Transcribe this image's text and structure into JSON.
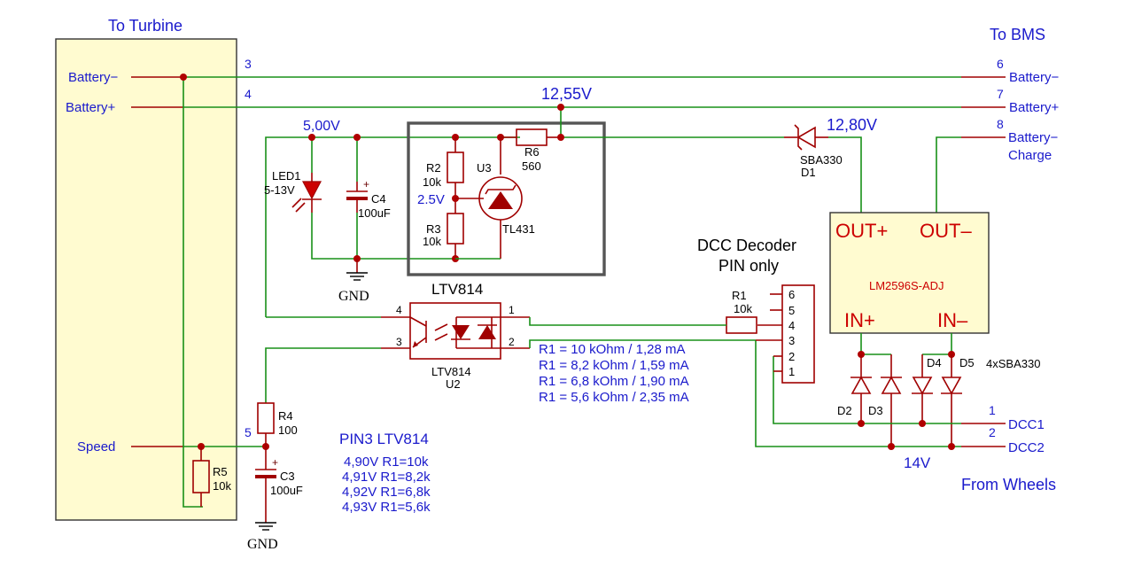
{
  "colors": {
    "wire": "#189018",
    "component": "#a00000",
    "label": "#1a1acc",
    "highlight": "#cc0000",
    "box": "#555555",
    "module": "#fffbd0"
  },
  "connectors": {
    "turbine": {
      "title": "To Turbine",
      "battery_minus": "Battery−",
      "battery_plus": "Battery+",
      "speed": "Speed"
    },
    "bms": {
      "title": "To BMS",
      "battery_minus": "Battery−",
      "battery_plus": "Battery+",
      "charge_line1": "Battery−",
      "charge_line2": "Charge"
    },
    "wheels": {
      "title": "From Wheels",
      "dcc1": "DCC1",
      "dcc2": "DCC2"
    }
  },
  "pins": {
    "t3": "3",
    "t4": "4",
    "t5": "5",
    "b6": "6",
    "b7": "7",
    "b8": "8",
    "w1": "1",
    "w2": "2"
  },
  "voltages": {
    "v5": "5,00V",
    "v1255": "12,55V",
    "v1280": "12,80V",
    "v25": "2.5V",
    "v14": "14V"
  },
  "components": {
    "led1": {
      "ref": "LED1",
      "value": "5-13V"
    },
    "c4": {
      "ref": "C4",
      "value": "100uF"
    },
    "r2": {
      "ref": "R2",
      "value": "10k"
    },
    "r3": {
      "ref": "R3",
      "value": "10k"
    },
    "u3": {
      "ref": "U3",
      "value": "TL431"
    },
    "r6": {
      "ref": "R6",
      "value": "560"
    },
    "d1": {
      "ref": "D1",
      "value": "SBA330"
    },
    "u2": {
      "title": "LTV814",
      "value": "LTV814",
      "ref": "U2",
      "pins": [
        "1",
        "2",
        "3",
        "4"
      ]
    },
    "r1": {
      "ref": "R1",
      "value": "10k"
    },
    "r4": {
      "ref": "R4",
      "value": "100"
    },
    "c3": {
      "ref": "C3",
      "value": "100uF"
    },
    "r5": {
      "ref": "R5",
      "value": "10k"
    },
    "bridge": {
      "d2": "D2",
      "d3": "D3",
      "d4": "D4",
      "d5": "D5",
      "note": "4xSBA330"
    },
    "reg": {
      "name": "LM2596S-ADJ",
      "out_plus": "OUT+",
      "out_minus": "OUT–",
      "in_plus": "IN+",
      "in_minus": "IN–"
    }
  },
  "gnd": "GND",
  "decoder": {
    "title1": "DCC Decoder",
    "title2": "PIN only",
    "pins": [
      "6",
      "5",
      "4",
      "3",
      "2",
      "1"
    ]
  },
  "r1_table": [
    "R1 = 10 kOhm / 1,28 mA",
    "R1 = 8,2 kOhm / 1,59 mA",
    "R1 = 6,8 kOhm / 1,90 mA",
    "R1 = 5,6 kOhm / 2,35 mA"
  ],
  "pin3": {
    "title": "PIN3 LTV814",
    "rows": [
      "4,90V R1=10k",
      "4,91V R1=8,2k",
      "4,92V R1=6,8k",
      "4,93V R1=5,6k"
    ]
  }
}
